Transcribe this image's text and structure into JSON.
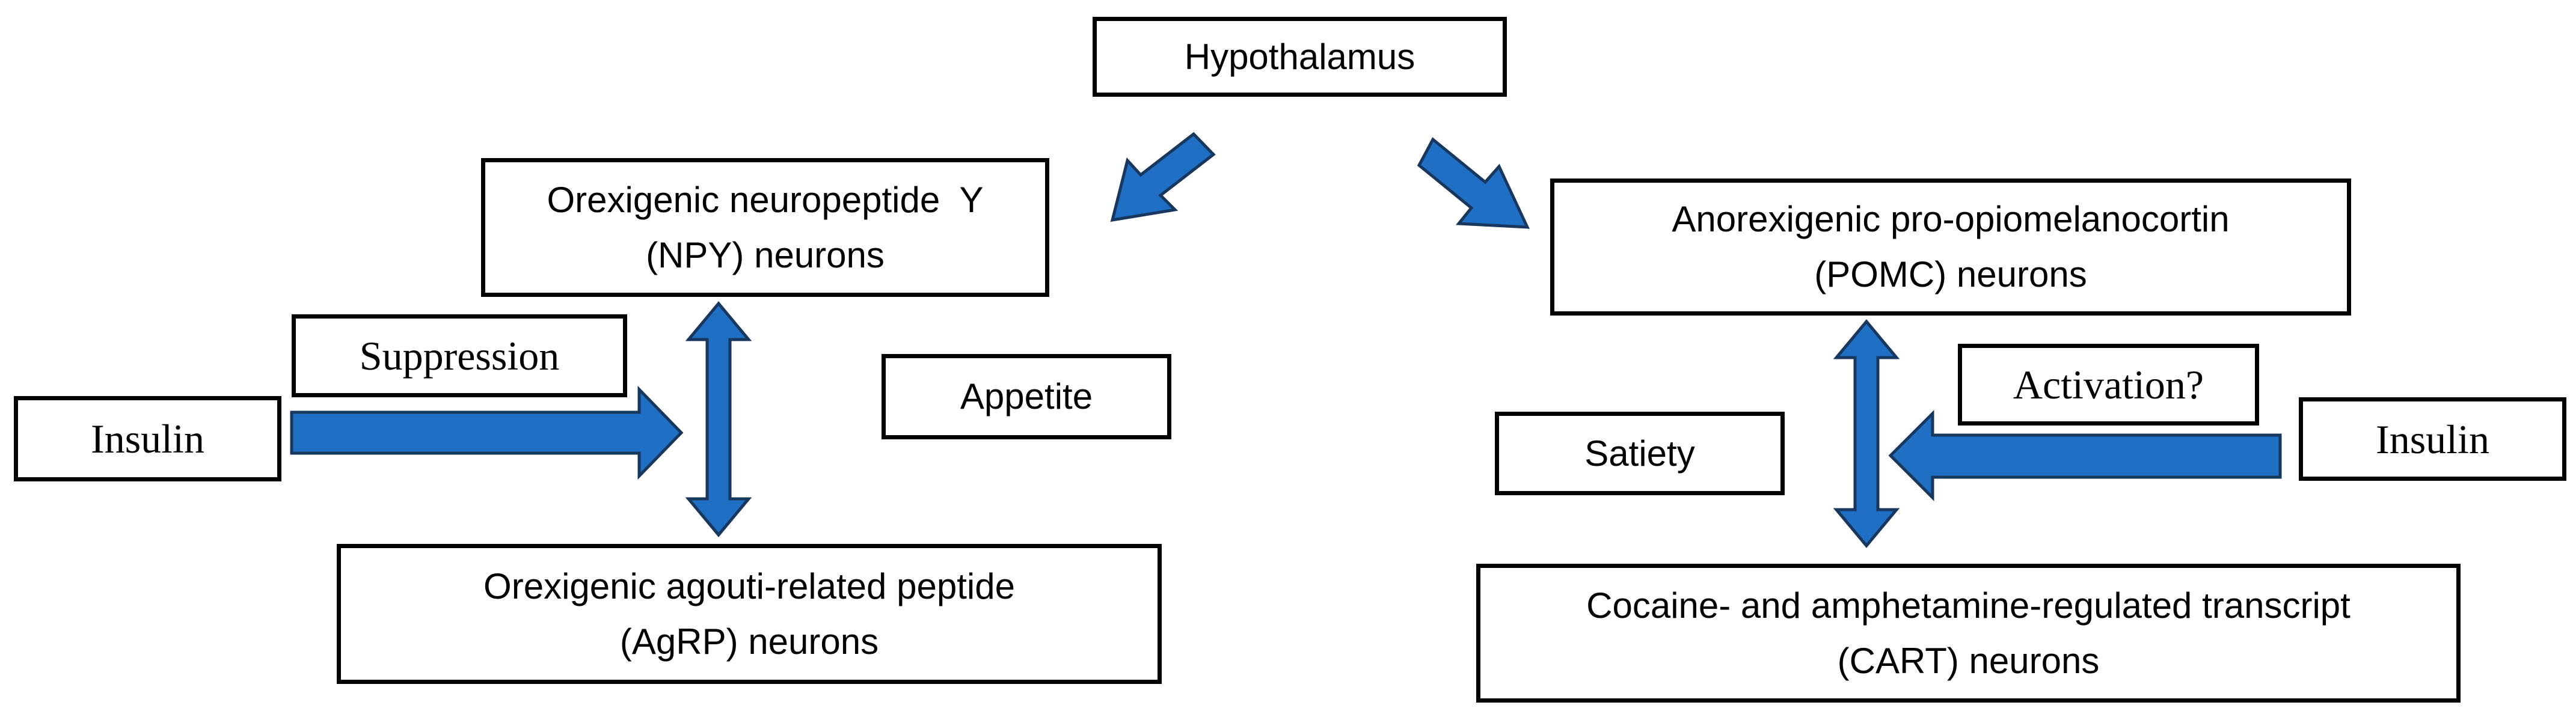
{
  "colors": {
    "arrow_fill": "#1f6fc5",
    "arrow_stroke": "#17375e"
  },
  "boxes": {
    "hypothalamus": "Hypothalamus",
    "npy": [
      "Orexigenic neuropeptide  Y",
      "(NPY) neurons"
    ],
    "pomc": [
      "Anorexigenic pro-opiomelanocortin",
      "(POMC) neurons"
    ],
    "suppression": "Suppression",
    "insulin_left": "Insulin",
    "appetite": "Appetite",
    "agrp": [
      "Orexigenic agouti-related peptide",
      "(AgRP) neurons"
    ],
    "activation": "Activation?",
    "satiety": "Satiety",
    "insulin_right": "Insulin",
    "cart": [
      "Cocaine- and amphetamine-regulated transcript",
      "(CART) neurons"
    ]
  }
}
